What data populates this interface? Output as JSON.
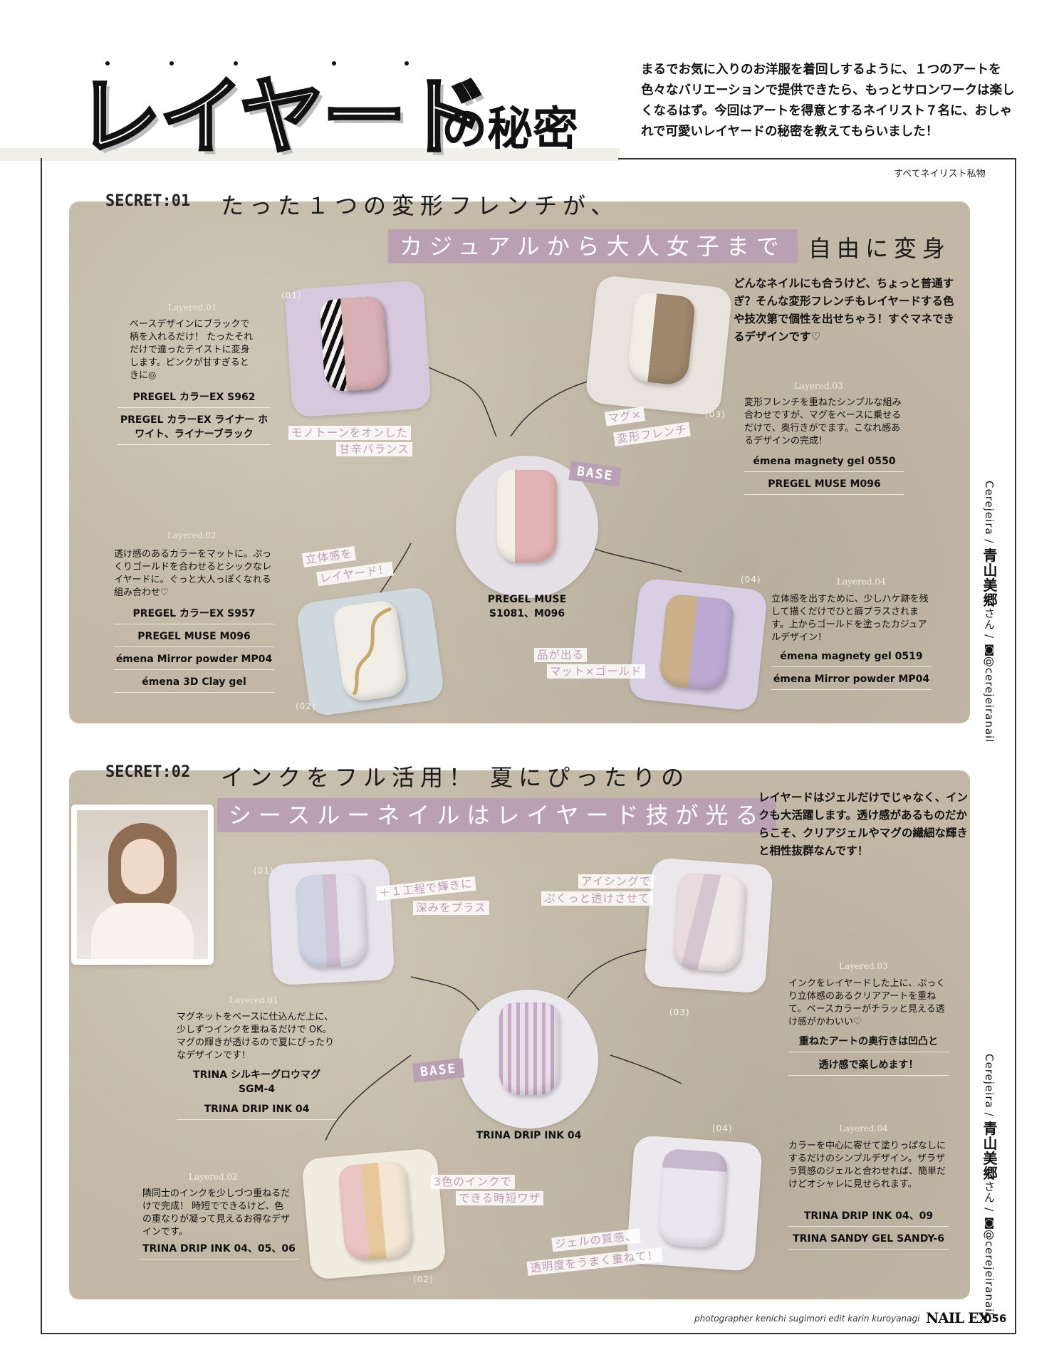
{
  "header": {
    "title": "レイヤード",
    "title_suffix": "の秘密",
    "intro": "まるでお気に入りのお洋服を着回しするように、１つのアートを色々なバリエーションで提供できたら、もっとサロンワークは楽しくなるはず。今回はアートを得意とするネイリスト７名に、おしゃれで可愛いレイヤードの秘密を教えてもらいました！",
    "note": "すべてネイリスト私物"
  },
  "secret1": {
    "label": "SECRET:01",
    "headline": "たった１つの変形フレンチが、",
    "band": "カジュアルから大人女子まで",
    "headline_tail": "自由に変身",
    "lead": "どんなネイルにも合うけど、ちょっと普通すぎ？そんな変形フレンチもレイヤードする色や技次第で個性を出せちゃう！すぐマネできるデザインです♡",
    "base": {
      "tag": "BASE",
      "product": "PREGEL MUSE S1081、M096"
    },
    "items": [
      {
        "num": "(01)",
        "layered": "Layered.01",
        "desc": "ベースデザインにブラックで柄を入れるだけ！ たったそれだけで違ったテイストに変身します。ピンクが甘すぎるときに◎",
        "products": [
          "PREGEL カラーEX S962",
          "PREGEL カラーEX ライナー ホワイト、ライナーブラック"
        ],
        "tag1": "モノトーンをオンした",
        "tag2": "甘辛バランス"
      },
      {
        "num": "(02)",
        "layered": "Layered.02",
        "desc": "透け感のあるカラーをマットに。ぷっくりゴールドを合わせるとシックなレイヤードに。ぐっと大人っぽくなれる組み合わせ♡",
        "products": [
          "PREGEL カラーEX S957",
          "PREGEL MUSE M096",
          "émena Mirror powder MP04",
          "émena 3D Clay gel"
        ],
        "tag1": "立体感を",
        "tag2": "レイヤード！"
      },
      {
        "num": "(03)",
        "layered": "Layered.03",
        "desc": "変形フレンチを重ねたシンプルな組み合わせですが、マグをベースに乗せるだけで、奥行きがでます。こなれ感あるデザインの完成！",
        "products": [
          "émena magnety gel 0550",
          "PREGEL MUSE M096"
        ],
        "tag1": "マグ×",
        "tag2": "変形フレンチ"
      },
      {
        "num": "(04)",
        "layered": "Layered.04",
        "desc": "立体感を出すために、少しハケ跡を残して描くだけでひと癖プラスされます。上からゴールドを塗ったカジュアルデザイン！",
        "products": [
          "émena magnety gel 0519",
          "émena Mirror powder MP04"
        ],
        "tag1": "品が出る",
        "tag2": "マット×ゴールド"
      }
    ],
    "credit_name": "青山美郷",
    "credit_brand": "Cerejeira",
    "credit_san": "さん",
    "credit_ig": "@cerejeiranail"
  },
  "secret2": {
    "label": "SECRET:02",
    "headline": "インクをフル活用！ 夏にぴったりの",
    "band": "シースルーネイルはレイヤード技が光る",
    "lead": "レイヤードはジェルだけでじゃなく、インクも大活躍します。透け感があるものだからこそ、クリアジェルやマグの繊細な輝きと相性抜群なんです！",
    "base": {
      "tag": "BASE",
      "product": "TRINA DRIP INK 04"
    },
    "items": [
      {
        "num": "(01)",
        "layered": "Layered.01",
        "desc": "マグネットをベースに仕込んだ上に、少しずつインクを重ねるだけで OK。マグの輝きが透けるので夏にぴったりなデザインです！",
        "products": [
          "TRINA シルキーグロウマグ SGM-4",
          "TRINA DRIP INK 04"
        ],
        "tag1": "＋１工程で輝きに",
        "tag2": "深みをプラス"
      },
      {
        "num": "(02)",
        "layered": "Layered.02",
        "desc": "隣同士のインクを少しづつ重ねるだけで完成！ 時短でできるけど、色の重なりが凝って見えるお得なデザインです。",
        "products": [
          "TRINA DRIP INK 04、05、06"
        ],
        "tag1": "3色のインクで",
        "tag2": "できる時短ワザ"
      },
      {
        "num": "(03)",
        "layered": "Layered.03",
        "desc": "インクをレイヤードした上に、ぷっくり立体感のあるクリアアートを重ねて。ベースカラーがチラッと見える透け感がかわいい♡",
        "products": [
          "重ねたアートの奥行きは凹凸と",
          "透け感で楽しめます！"
        ],
        "tag1": "アイシングで",
        "tag2": "ぷくっと透けさせて"
      },
      {
        "num": "(04)",
        "layered": "Layered.04",
        "desc": "カラーを中心に寄せて塗りっぱなしにするだけのシンプルデザイン。ザラザラ質感のジェルと合わせれば、簡単だけどオシャレに見せられます。",
        "products": [
          "TRINA DRIP INK 04、09",
          "TRINA SANDY GEL SANDY-6"
        ],
        "tag1": "ジェルの質感、",
        "tag2": "透明度をうまく重ねて！"
      }
    ],
    "credit_name": "青山美郷",
    "credit_brand": "Cerejeira",
    "credit_san": "さん",
    "credit_ig": "@cerejeiranail"
  },
  "footer": {
    "credits": "photographer kenichi sugimori  edit karin kuroyanagi",
    "brand": "NAIL EX",
    "page": "056"
  }
}
